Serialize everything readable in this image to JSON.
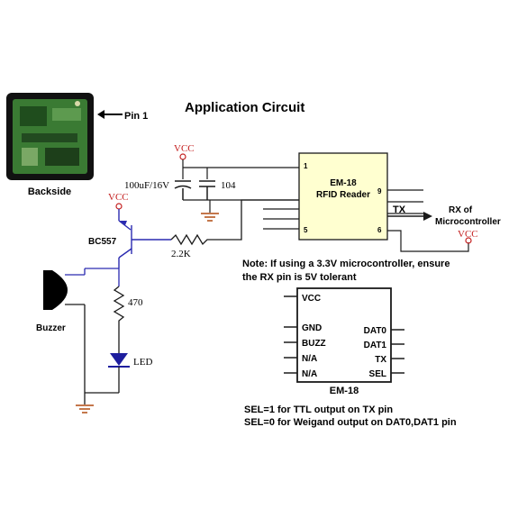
{
  "title": "Application Circuit",
  "module_photo": {
    "caption": "Backside",
    "pin_label": "Pin 1"
  },
  "reader": {
    "name": "EM-18",
    "subtitle": "RFID Reader",
    "pins": [
      "1",
      "9",
      "5",
      "6"
    ],
    "tx_label": "TX"
  },
  "power": {
    "vcc": "VCC",
    "vcc_transistor": "VCC",
    "vcc_output": "VCC"
  },
  "components": {
    "cap_electrolytic": "100uF/16V",
    "cap_ceramic": "104",
    "transistor": "BC557",
    "base_resistor": "2.2K",
    "led_resistor": "470",
    "led": "LED",
    "buzzer": "Buzzer"
  },
  "rx": {
    "line1": "RX of",
    "line2": "Microcontroller"
  },
  "note": {
    "line1": "Note: If using a 3.3V microcontroller, ensure",
    "line2": "the RX pin is 5V tolerant"
  },
  "pinout": {
    "vcc": "VCC",
    "left_pins": [
      "GND",
      "BUZZ",
      "N/A",
      "N/A"
    ],
    "right_pins": [
      "DAT0",
      "DAT1",
      "TX",
      "SEL"
    ],
    "name": "EM-18"
  },
  "sel_notes": [
    "SEL=1 for TTL output on TX pin",
    "SEL=0 for Weigand output on DAT0,DAT1 pin"
  ],
  "colors": {
    "wire": "#1a1a1a",
    "wire_blue": "#2a2ab0",
    "ground_orange": "#b04a10",
    "vcc_red": "#c42020",
    "reader_fill": "#ffffd0",
    "board_green": "#2f6b2a"
  }
}
